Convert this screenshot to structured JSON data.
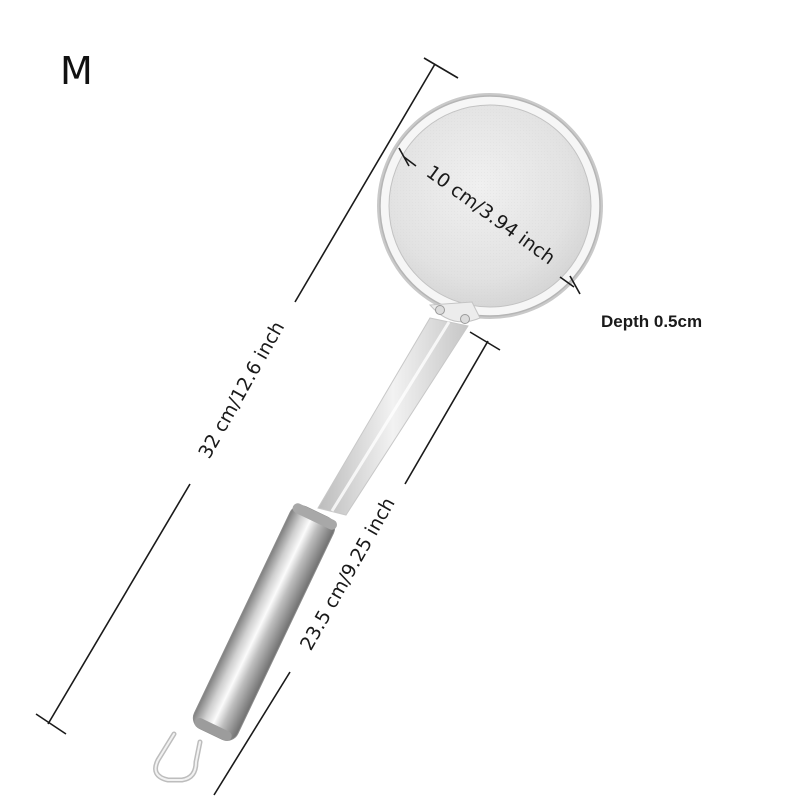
{
  "size_label": "M",
  "depth_label": "Depth 0.5cm",
  "dimensions": {
    "total_length": "32 cm/12.6 inch",
    "head_diameter": "10 cm/3.94 inch",
    "handle_length": "23.5 cm/9.25 inch"
  },
  "colors": {
    "dimension_line": "#1a1a1a",
    "mesh": "#e6e6e6",
    "steel_light": "#f4f4f4",
    "steel_dark": "#8a8a8a"
  }
}
